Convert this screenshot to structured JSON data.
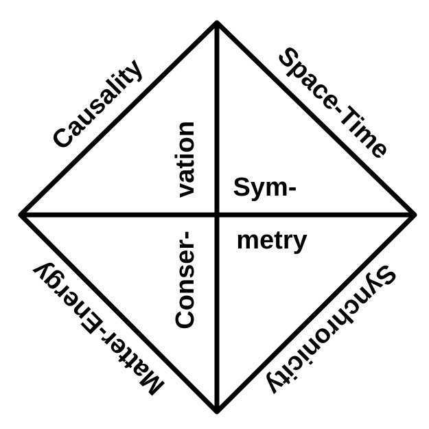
{
  "diagram": {
    "edges": {
      "top_left": "Causality",
      "top_right": "Space-Time",
      "bottom_left": "Matter-Energy",
      "bottom_right": "Synchronicity"
    },
    "center": {
      "conservation_top": "vation",
      "conservation_bottom": "Conser-",
      "symmetry_top": "Sym-",
      "symmetry_bottom": "metry"
    },
    "colors": {
      "line": "#000000",
      "background": "#ffffff"
    }
  }
}
